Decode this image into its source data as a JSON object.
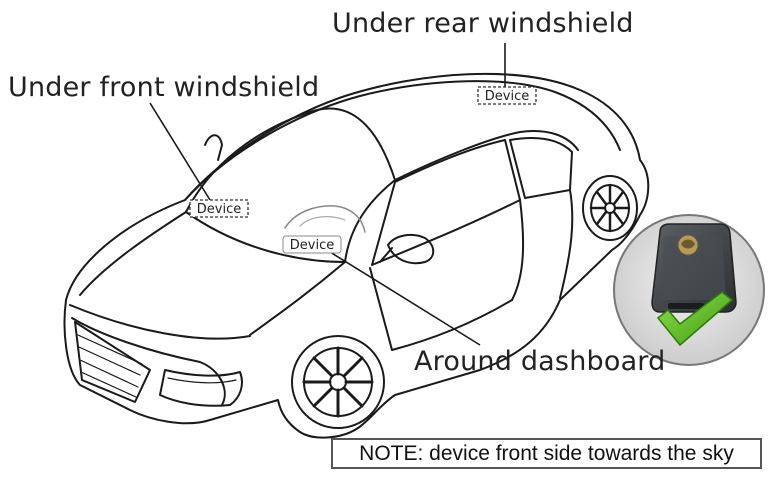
{
  "labels": {
    "rear": "Under rear windshield",
    "front": "Under front windshield",
    "dashboard": "Around dashboard"
  },
  "device_tags": {
    "rear": "Device",
    "front": "Device",
    "dashboard": "Device"
  },
  "note": "NOTE: device front side towards the sky",
  "colors": {
    "line": "#1a1a1a",
    "check": "#5cbf1e",
    "device_body": "#3e4347",
    "inset_bg": "#d8d8d8"
  }
}
